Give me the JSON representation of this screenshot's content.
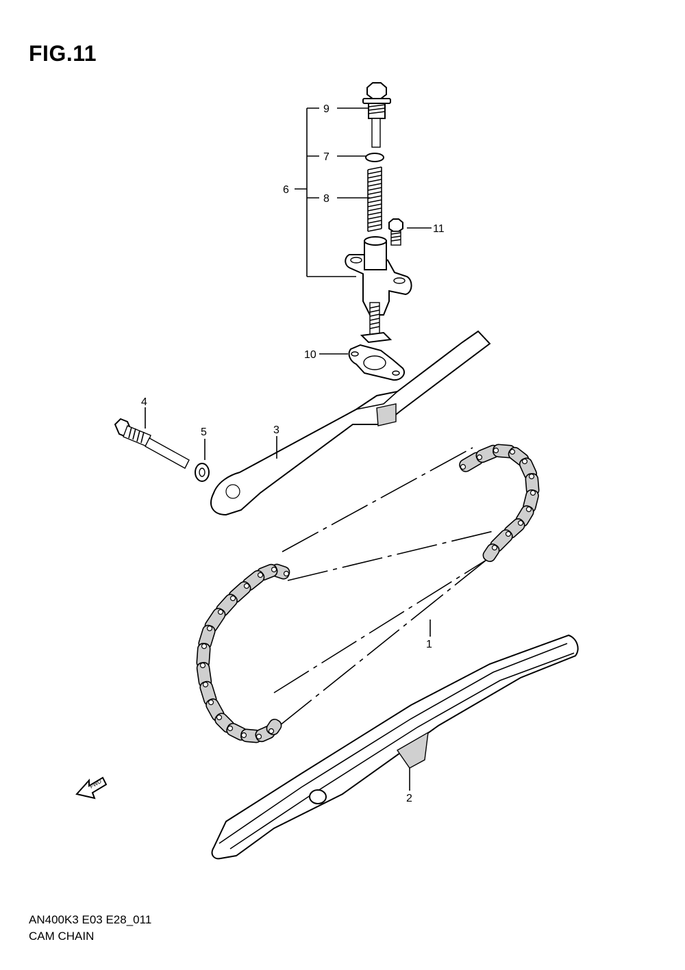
{
  "figure": {
    "title": "FIG.11",
    "code": "AN400K3 E03 E28_011",
    "name": "CAM CHAIN"
  },
  "callouts": [
    "1",
    "2",
    "3",
    "4",
    "5",
    "6",
    "7",
    "8",
    "9",
    "10",
    "11"
  ],
  "fwd_label": "FWD",
  "colors": {
    "line": "#000000",
    "shade": "#d0d0d0",
    "background": "#ffffff"
  }
}
